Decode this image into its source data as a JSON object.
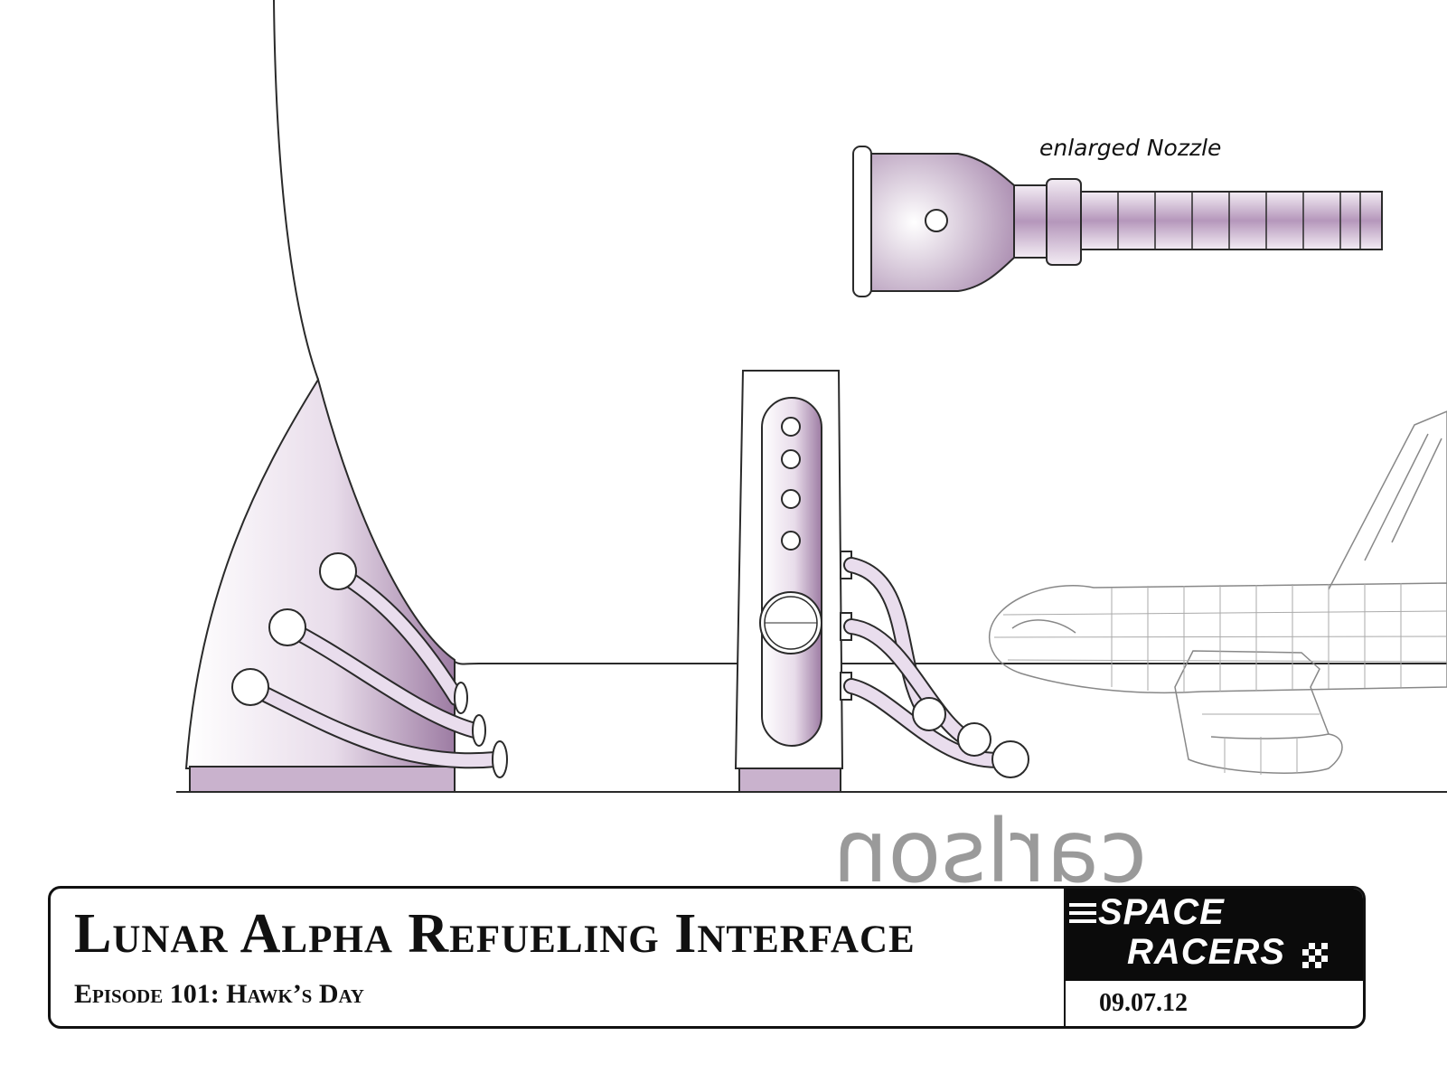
{
  "annotation": {
    "nozzle_label": "enlarged Nozzle"
  },
  "watermark": {
    "text": "carlson"
  },
  "title_block": {
    "title": "Lunar Alpha Refueling Interface",
    "subtitle": "Episode 101: Hawk’s Day",
    "logo_line1": "SPACE",
    "logo_line2": "RACERS",
    "date": "09.07.12"
  },
  "colors": {
    "shade": "#8e6a93",
    "shade_light": "#d8c6da",
    "line": "#2a2a2a",
    "wireframe": "#888888"
  }
}
